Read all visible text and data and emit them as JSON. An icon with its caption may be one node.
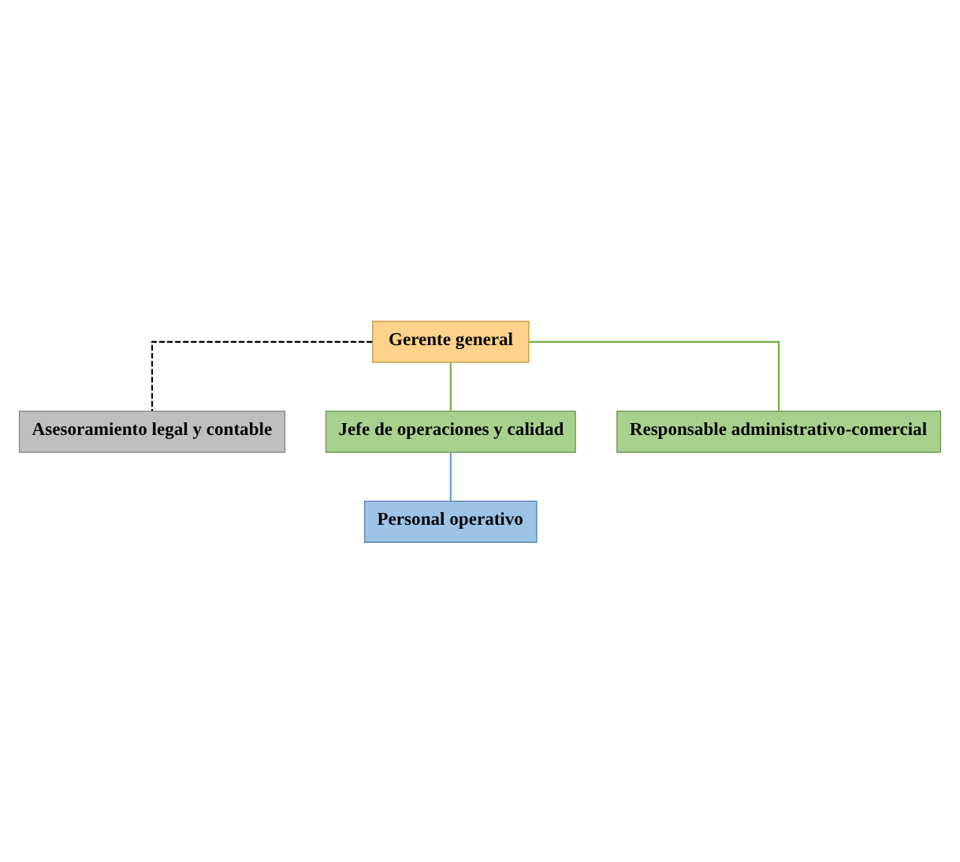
{
  "diagram": {
    "nodes": [
      {
        "text": [
          "Gerente general"
        ]
      },
      {
        "text": [
          "Asesoramiento legal y contable"
        ]
      },
      {
        "text": [
          "Jefe de operaciones y calidad"
        ]
      },
      {
        "text": [
          "Responsable administrativo-comercial"
        ]
      },
      {
        "text": [
          "Personal operativo"
        ]
      }
    ],
    "edges": [
      {
        "from": 0,
        "to": 1,
        "arrow": "none",
        "style": "dashed",
        "color": "#000000"
      },
      {
        "from": 0,
        "to": 2,
        "arrow": "none"
      },
      {
        "from": 0,
        "to": 3,
        "arrow": "none"
      },
      {
        "from": 2,
        "to": 4,
        "arrow": "none",
        "color": "#5b9bd5"
      }
    ]
  }
}
